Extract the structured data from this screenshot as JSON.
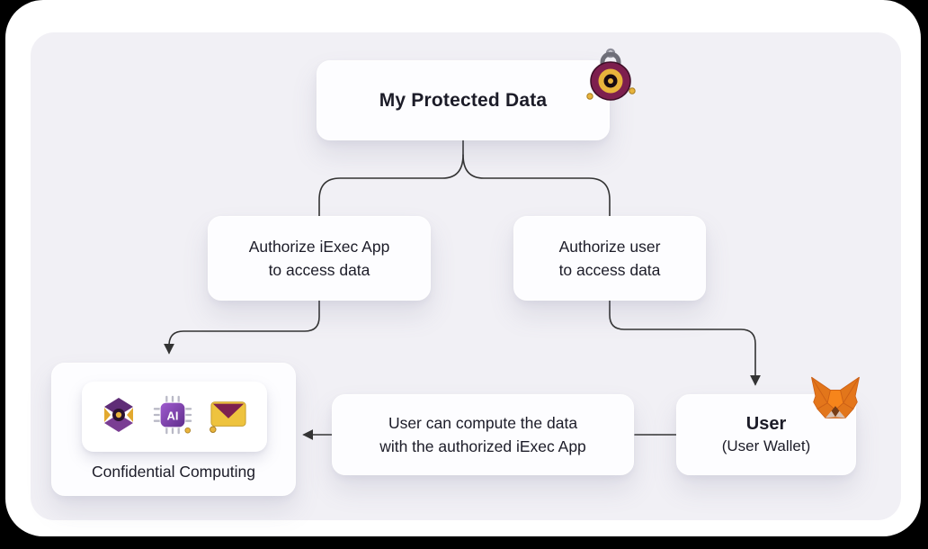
{
  "palette": {
    "page_bg": "#000000",
    "card_bg": "#ffffff",
    "panel_bg": "#f1f0f5",
    "node_bg": "#fdfdff",
    "text": "#1c1c28",
    "connector": "#333333",
    "gold": "#e8b43c",
    "maroon": "#7d1f4e",
    "purple": "#6d3a8e",
    "metamask_orange": "#e2761b"
  },
  "nodes": {
    "protected_data": {
      "label": "My Protected Data",
      "icon": "padlock-icon"
    },
    "authorize_app": {
      "line1": "Authorize iExec App",
      "line2": "to access data"
    },
    "authorize_user": {
      "line1": "Authorize user",
      "line2": "to access data"
    },
    "confidential": {
      "label": "Confidential Computing",
      "icons": [
        "hourglass-logo-icon",
        "ai-chip-icon",
        "envelope-icon"
      ],
      "ai_chip_text": "AI"
    },
    "compute": {
      "line1": "User can compute the data",
      "line2": "with the authorized iExec App"
    },
    "user": {
      "title": "User",
      "subtitle": "(User Wallet)",
      "icon": "metamask-fox-icon"
    }
  }
}
